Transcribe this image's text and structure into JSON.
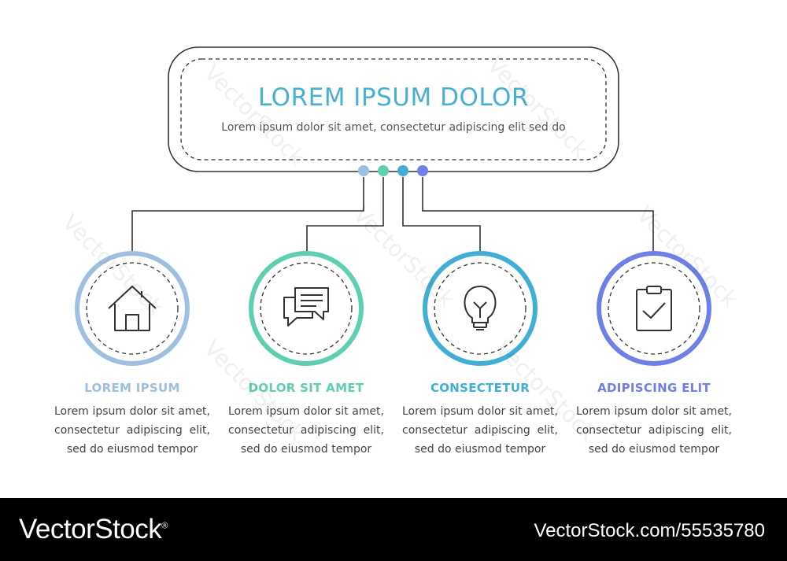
{
  "header": {
    "title": "LOREM IPSUM DOLOR",
    "subtitle": "Lorem ipsum dolor sit amet, consectetur adipiscing elit sed do"
  },
  "steps": [
    {
      "icon": "house-icon",
      "title": "LOREM IPSUM",
      "text": "Lorem ipsum dolor sit amet, consectetur adipiscing elit, sed do eiusmod tempor",
      "color": "#9fbfe0"
    },
    {
      "icon": "chat-bubbles-icon",
      "title": "DOLOR SIT AMET",
      "text": "Lorem ipsum dolor sit amet, consectetur adipiscing elit, sed do eiusmod tempor",
      "color": "#5fcfb2"
    },
    {
      "icon": "lightbulb-icon",
      "title": "CONSECTETUR",
      "text": "Lorem ipsum dolor sit amet, consectetur adipiscing elit, sed do eiusmod tempor",
      "color": "#3fafd6"
    },
    {
      "icon": "clipboard-check-icon",
      "title": "ADIPISCING ELIT",
      "text": "Lorem ipsum dolor sit amet, consectetur adipiscing elit, sed do eiusmod tempor",
      "color": "#6f7fe8"
    }
  ],
  "colors": {
    "title": "#4ab0d0",
    "outline": "#333333"
  },
  "watermark": "VectorStock",
  "footer": {
    "brand": "VectorStock",
    "registered": "®",
    "url": "VectorStock.com/55535780"
  }
}
